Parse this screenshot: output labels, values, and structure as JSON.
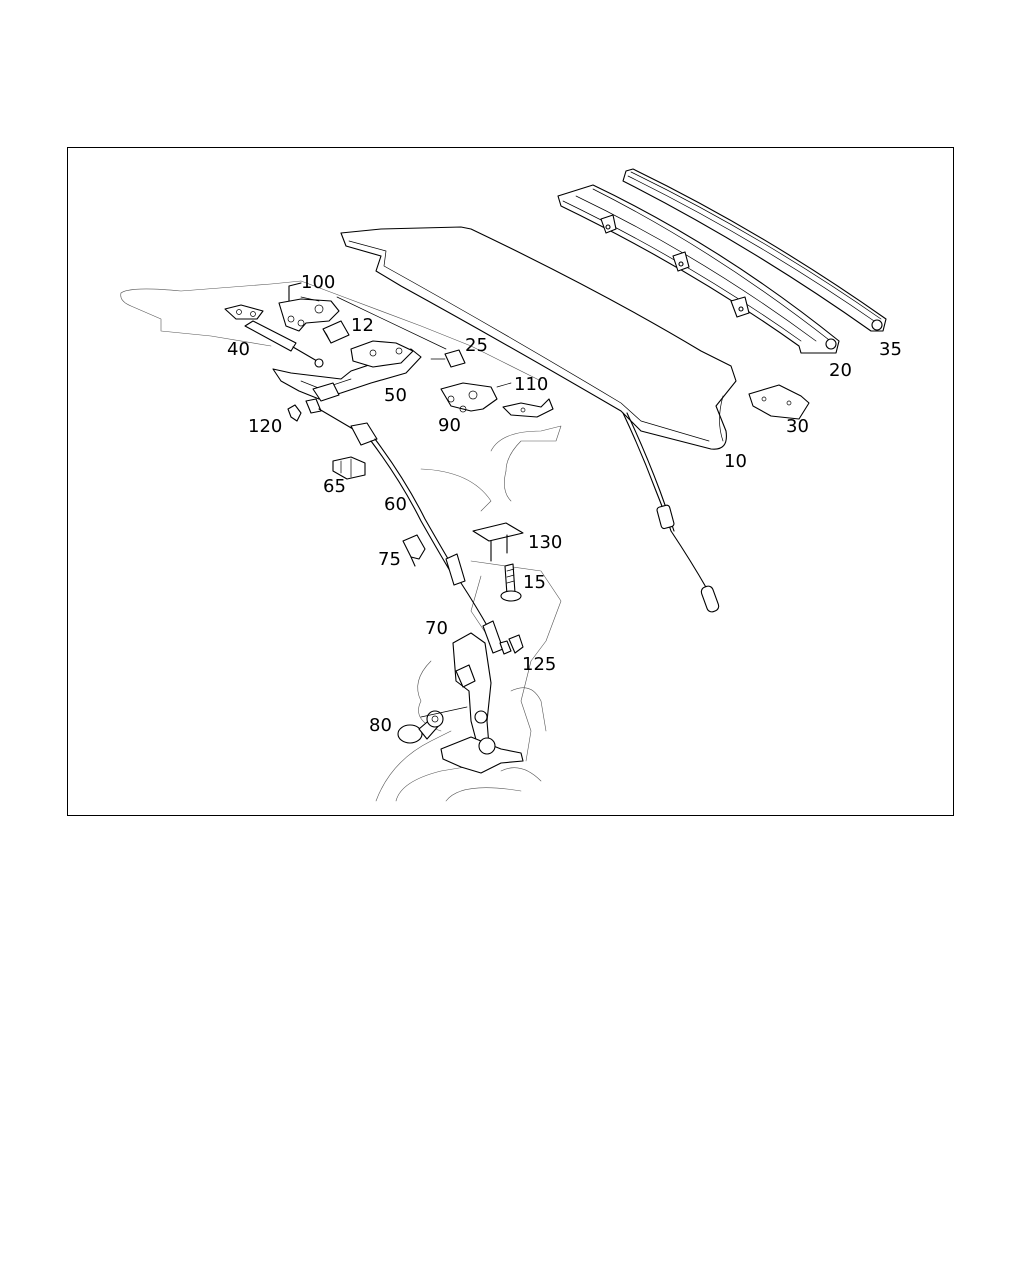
{
  "diagram": {
    "callouts": [
      {
        "id": "c10",
        "text": "10"
      },
      {
        "id": "c12",
        "text": "12"
      },
      {
        "id": "c15",
        "text": "15"
      },
      {
        "id": "c20",
        "text": "20"
      },
      {
        "id": "c25",
        "text": "25"
      },
      {
        "id": "c30",
        "text": "30"
      },
      {
        "id": "c35",
        "text": "35"
      },
      {
        "id": "c40",
        "text": "40"
      },
      {
        "id": "c50",
        "text": "50"
      },
      {
        "id": "c60",
        "text": "60"
      },
      {
        "id": "c65",
        "text": "65"
      },
      {
        "id": "c70",
        "text": "70"
      },
      {
        "id": "c75",
        "text": "75"
      },
      {
        "id": "c80",
        "text": "80"
      },
      {
        "id": "c90",
        "text": "90"
      },
      {
        "id": "c100",
        "text": "100"
      },
      {
        "id": "c110",
        "text": "110"
      },
      {
        "id": "c120",
        "text": "120"
      },
      {
        "id": "c125",
        "text": "125"
      },
      {
        "id": "c130",
        "text": "130"
      }
    ]
  }
}
